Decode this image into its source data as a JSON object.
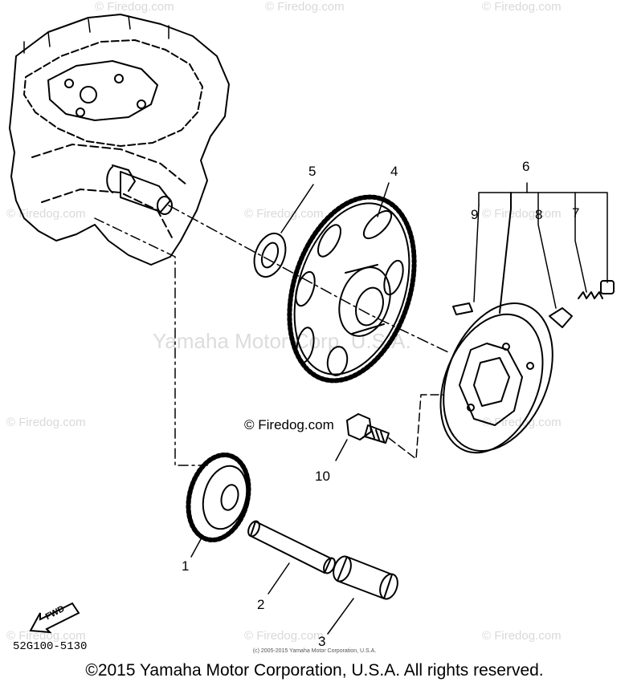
{
  "watermarks": {
    "site": "© Firedog.com",
    "brand": "Yamaha Motor Corp. U.S.A."
  },
  "center_mark": "© Firedog.com",
  "callouts": {
    "p1": "1",
    "p2": "2",
    "p3": "3",
    "p4": "4",
    "p5": "5",
    "p6": "6",
    "p7": "7",
    "p8": "8",
    "p9": "9",
    "p10": "10"
  },
  "fwd_label": "FWD",
  "part_code": "52G100-5130",
  "copyright_small": "(c) 2005-2015 Yamaha Motor Corporation, U.S.A.",
  "copyright_main": "©2015 Yamaha Motor Corporation, U.S.A. All rights reserved."
}
